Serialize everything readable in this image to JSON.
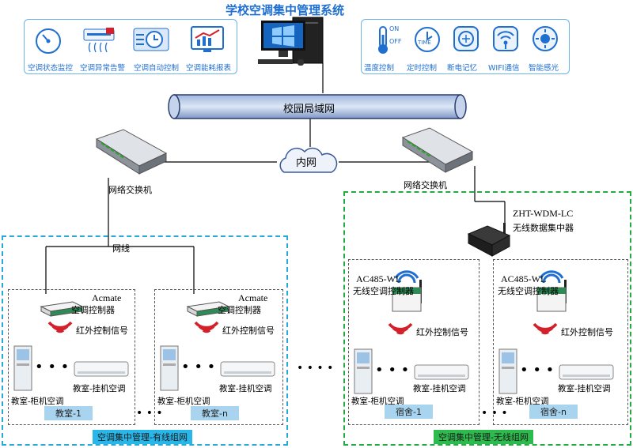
{
  "title": "学校空调集中管理系统",
  "left_panel": [
    {
      "label": "空调状态监控",
      "icon": "gauge-icon"
    },
    {
      "label": "空调异常告警",
      "icon": "ac-alert-icon"
    },
    {
      "label": "空调自动控制",
      "icon": "clock-control-icon"
    },
    {
      "label": "空调能耗报表",
      "icon": "chart-report-icon"
    }
  ],
  "right_panel": [
    {
      "label": "温度控制",
      "icon": "thermometer-icon",
      "sub": [
        "ON",
        "OFF"
      ]
    },
    {
      "label": "定时控制",
      "icon": "timer-icon",
      "sub": [
        "TIME"
      ]
    },
    {
      "label": "断电记忆",
      "icon": "memory-icon"
    },
    {
      "label": "WIFI通信",
      "icon": "wifi-icon"
    },
    {
      "label": "智能感光",
      "icon": "light-sensor-icon"
    }
  ],
  "backbone": "校园局域网",
  "cloud": "内网",
  "switch_left": "网络交换机",
  "switch_right": "网络交换机",
  "cable": "网线",
  "concentrator": {
    "line1": "ZHT-WDM-LC",
    "line2": "无线数据集中器"
  },
  "wired": {
    "caption": "空调集中管理-有线组网",
    "rooms": [
      {
        "name": "教室-1",
        "ctrl1": "Acmate",
        "ctrl2": "空调控制器",
        "ir": "红外控制信号",
        "floor_ac": "教室-柜机空调",
        "wall_ac": "教室-挂机空调"
      },
      {
        "name": "教室-n",
        "ctrl1": "Acmate",
        "ctrl2": "空调控制器",
        "ir": "红外控制信号",
        "floor_ac": "教室-柜机空调",
        "wall_ac": "教室-挂机空调"
      }
    ]
  },
  "wireless": {
    "caption": "空调集中管理-无线组网",
    "rooms": [
      {
        "name": "宿舍-1",
        "ctrl1": "AC485-WL",
        "ctrl2": "无线空调控制器",
        "ir": "红外控制信号",
        "floor_ac": "教室-柜机空调",
        "wall_ac": "教室-挂机空调"
      },
      {
        "name": "宿舍-n",
        "ctrl1": "AC485-WL",
        "ctrl2": "无线空调控制器",
        "ir": "红外控制信号",
        "floor_ac": "教室-柜机空调",
        "wall_ac": "教室-挂机空调"
      }
    ]
  },
  "colors": {
    "blue": "#1f6fd0",
    "wired_border": "#2aa8d8",
    "wireless_border": "#22aa44",
    "wired_caption": "#29b6e8",
    "wireless_caption": "#2dbb4e",
    "red": "#d4202a"
  }
}
